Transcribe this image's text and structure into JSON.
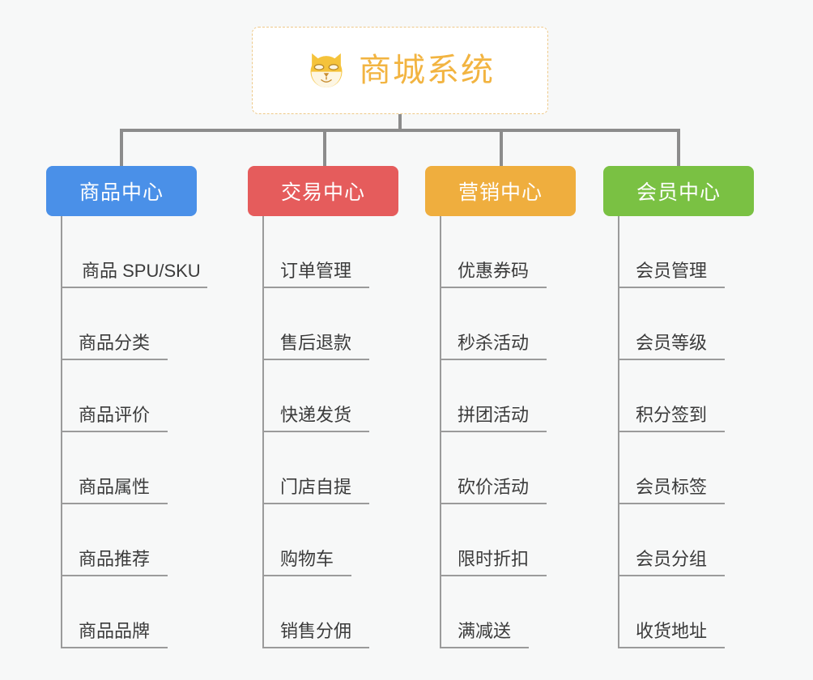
{
  "background_color": "#f7f8f8",
  "root": {
    "title": "商城系统",
    "icon": "shiba-dog-face-emoji",
    "text_color": "#f2b441",
    "border_color": "#eec989"
  },
  "connector_color": "#8c8c8c",
  "columns": [
    {
      "header": "商品中心",
      "color": "#4a90e8",
      "items": [
        "商品 SPU/SKU",
        "商品分类",
        "商品评价",
        "商品属性",
        "商品推荐",
        "商品品牌"
      ]
    },
    {
      "header": "交易中心",
      "color": "#e55c5c",
      "items": [
        "订单管理",
        "售后退款",
        "快递发货",
        "门店自提",
        "购物车",
        "销售分佣"
      ]
    },
    {
      "header": "营销中心",
      "color": "#efae3e",
      "items": [
        "优惠券码",
        "秒杀活动",
        "拼团活动",
        "砍价活动",
        "限时折扣",
        "满减送"
      ]
    },
    {
      "header": "会员中心",
      "color": "#7ac143",
      "items": [
        "会员管理",
        "会员等级",
        "积分签到",
        "会员标签",
        "会员分组",
        "收货地址"
      ]
    }
  ]
}
